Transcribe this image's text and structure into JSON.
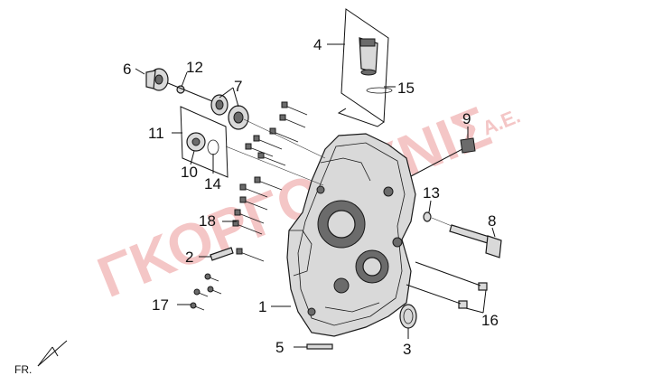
{
  "watermark": {
    "main": "ΓΚΟΡΓΟΜΥΝΙΣ",
    "suffix": "Α.Ε."
  },
  "direction_marker": "FR.",
  "callouts": [
    {
      "id": "c1",
      "text": "1"
    },
    {
      "id": "c2",
      "text": "2"
    },
    {
      "id": "c3",
      "text": "3"
    },
    {
      "id": "c4",
      "text": "4"
    },
    {
      "id": "c5",
      "text": "5"
    },
    {
      "id": "c6",
      "text": "6"
    },
    {
      "id": "c7",
      "text": "7"
    },
    {
      "id": "c8",
      "text": "8"
    },
    {
      "id": "c9",
      "text": "9"
    },
    {
      "id": "c10",
      "text": "10"
    },
    {
      "id": "c11",
      "text": "11"
    },
    {
      "id": "c12",
      "text": "12"
    },
    {
      "id": "c13",
      "text": "13"
    },
    {
      "id": "c14",
      "text": "14"
    },
    {
      "id": "c15",
      "text": "15"
    },
    {
      "id": "c16",
      "text": "16"
    },
    {
      "id": "c17",
      "text": "17"
    },
    {
      "id": "c18",
      "text": "18"
    }
  ]
}
